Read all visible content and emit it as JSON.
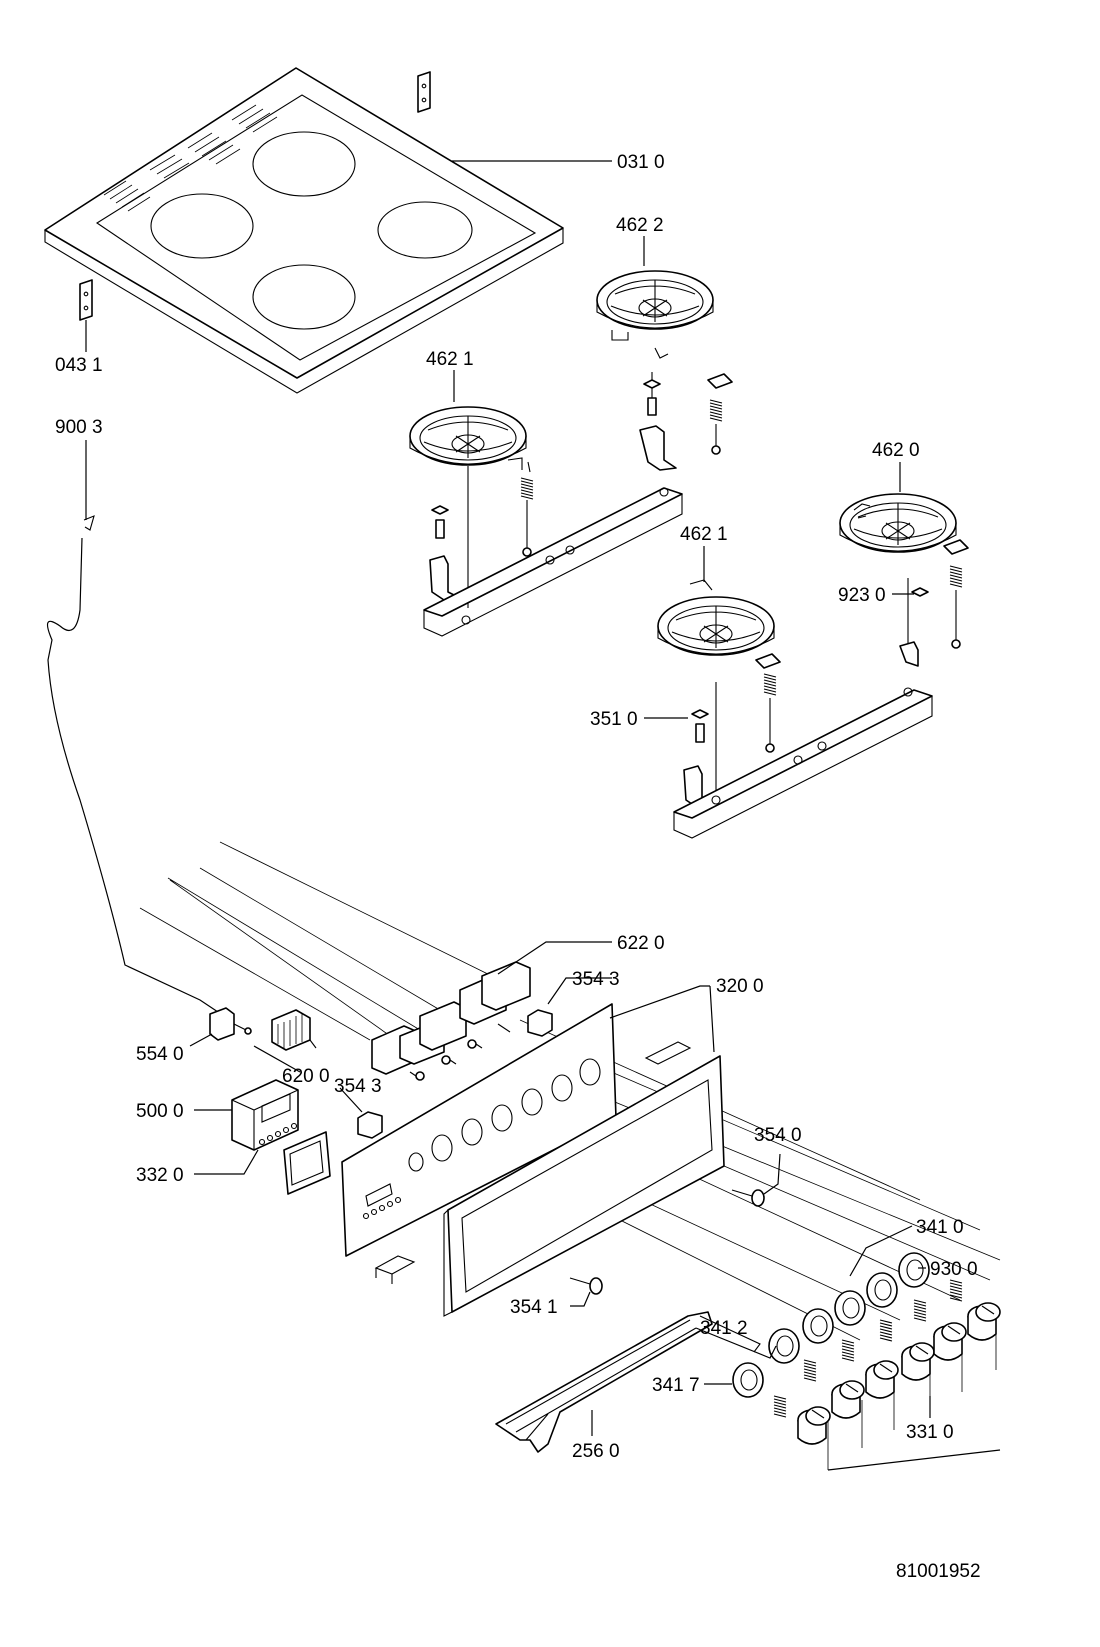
{
  "document_number": "81001952",
  "callouts": {
    "c0310": "031 0",
    "c0431": "043 1",
    "c9003": "900 3",
    "c4622": "462 2",
    "c4621a": "462 1",
    "c4620": "462 0",
    "c4621b": "462 1",
    "c9230": "923 0",
    "c3510": "351 0",
    "c6220": "622 0",
    "c3543a": "354 3",
    "c3200": "320 0",
    "c5540": "554 0",
    "c6200": "620 0",
    "c3543b": "354 3",
    "c5000": "500 0",
    "c3320": "332 0",
    "c3540": "354 0",
    "c3410": "341 0",
    "c9300": "930 0",
    "c3541": "354 1",
    "c3412": "341 2",
    "c3417": "341 7",
    "c2560": "256 0",
    "c3310": "331 0"
  }
}
